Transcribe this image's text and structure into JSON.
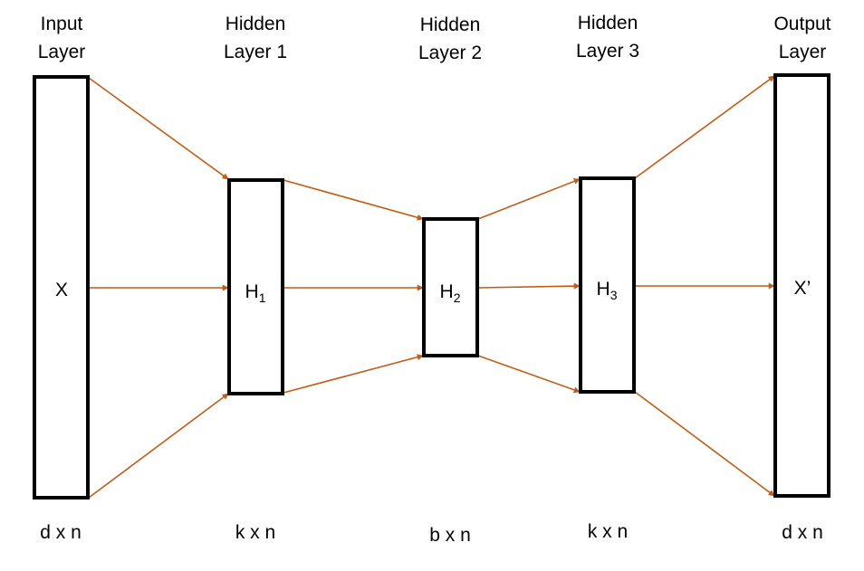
{
  "colors": {
    "arrow": "#c55a11",
    "box_stroke": "#000000"
  },
  "layers": [
    {
      "title_line1": "Input",
      "title_line2": "Layer",
      "node_main": "X",
      "node_sub": "",
      "dims": "d x n"
    },
    {
      "title_line1": "Hidden",
      "title_line2": "Layer 1",
      "node_main": "H",
      "node_sub": "1",
      "dims": "k x n"
    },
    {
      "title_line1": "Hidden",
      "title_line2": "Layer 2",
      "node_main": "H",
      "node_sub": "2",
      "dims": "b x n"
    },
    {
      "title_line1": "Hidden",
      "title_line2": "Layer 3",
      "node_main": "H",
      "node_sub": "3",
      "dims": "k x n"
    },
    {
      "title_line1": "Output",
      "title_line2": "Layer",
      "node_main": "X’",
      "node_sub": "",
      "dims": "d x n"
    }
  ]
}
